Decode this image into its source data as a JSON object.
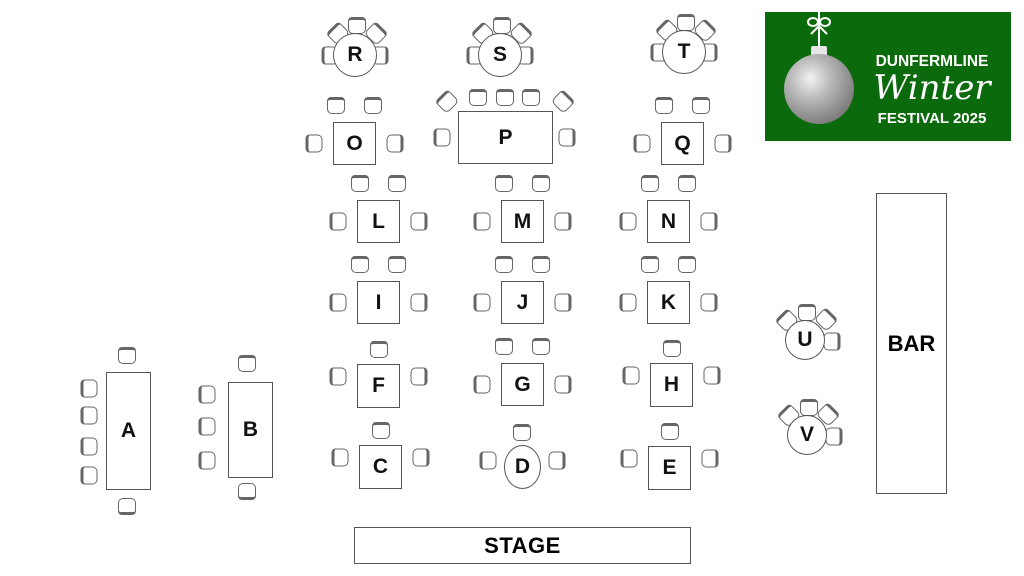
{
  "logo": {
    "line1": "DUNFERMLINE",
    "line2": "Winter",
    "line3": "FESTIVAL 2025",
    "background": "#0b6a0b"
  },
  "tables": {
    "A": "A",
    "B": "B",
    "C": "C",
    "D": "D",
    "E": "E",
    "F": "F",
    "G": "G",
    "H": "H",
    "I": "I",
    "J": "J",
    "K": "K",
    "L": "L",
    "M": "M",
    "N": "N",
    "O": "O",
    "P": "P",
    "Q": "Q",
    "R": "R",
    "S": "S",
    "T": "T",
    "U": "U",
    "V": "V"
  },
  "bar_label": "BAR",
  "stage_label": "STAGE"
}
